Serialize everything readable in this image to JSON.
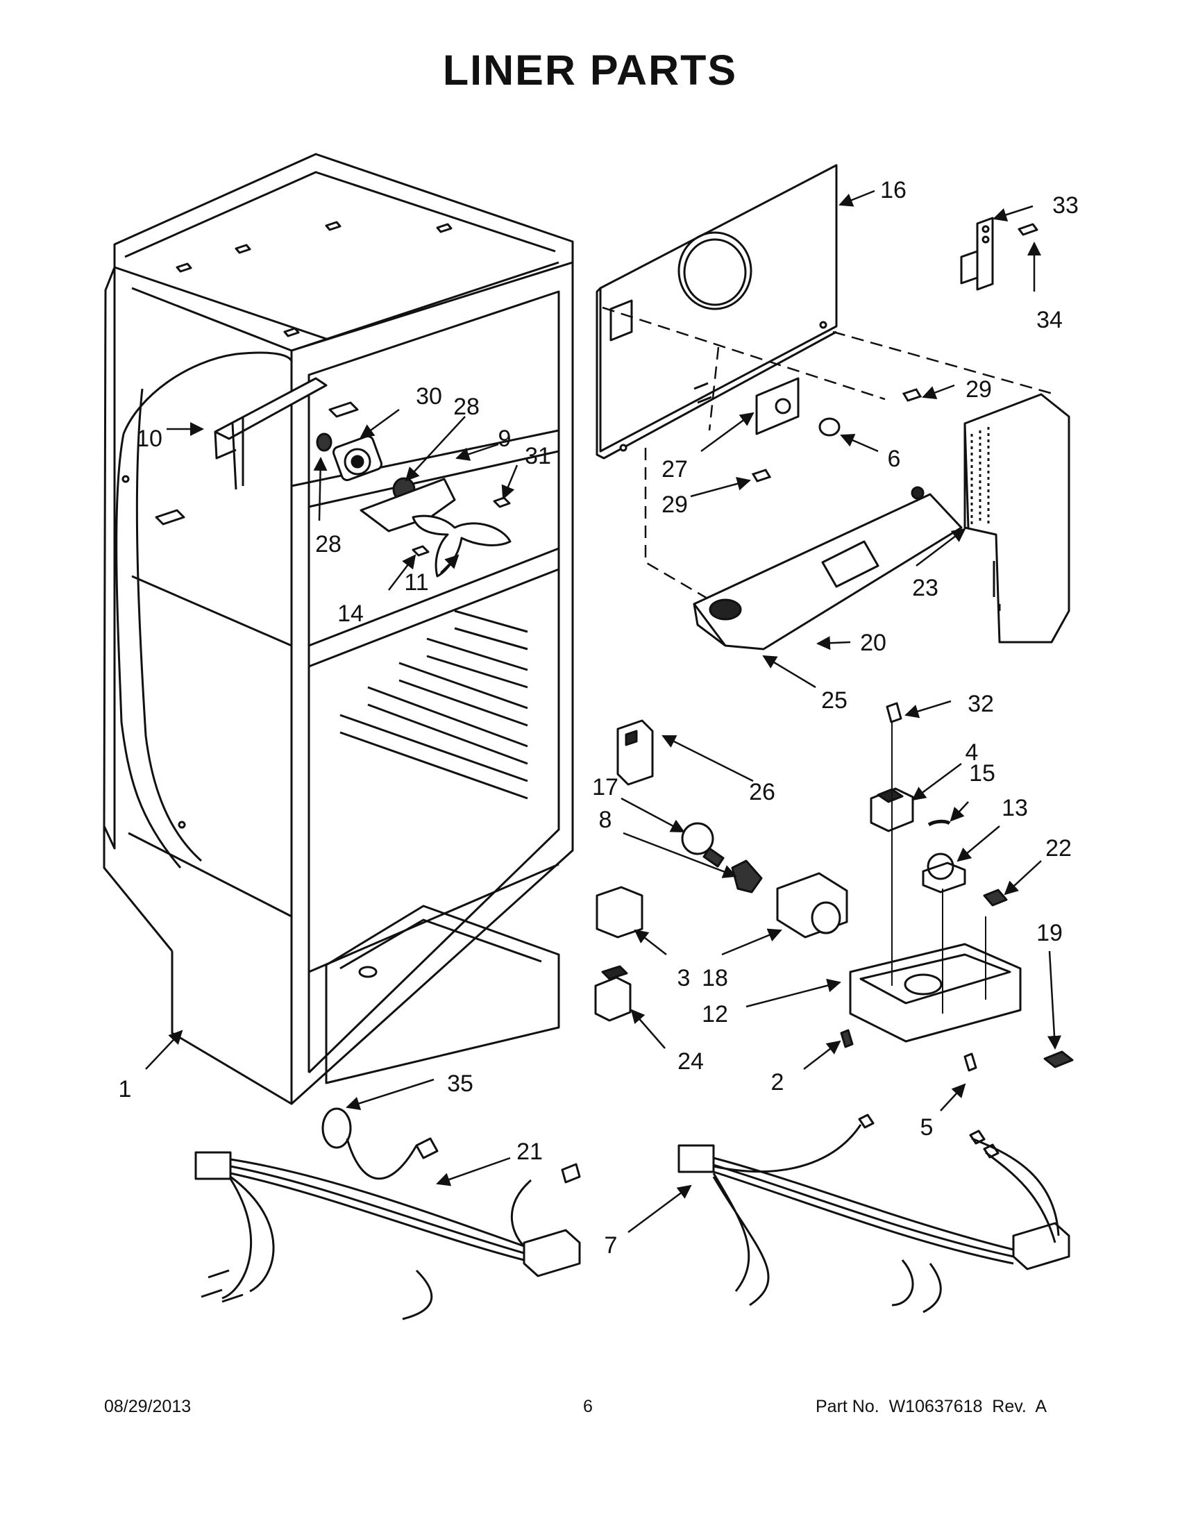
{
  "title": "LINER PARTS",
  "callouts": [
    "1",
    "2",
    "3",
    "4",
    "5",
    "6",
    "7",
    "8",
    "9",
    "10",
    "11",
    "12",
    "13",
    "14",
    "15",
    "16",
    "17",
    "18",
    "19",
    "20",
    "21",
    "22",
    "23",
    "24",
    "25",
    "26",
    "27",
    "28",
    "28",
    "29",
    "29",
    "30",
    "31",
    "32",
    "33",
    "34",
    "35"
  ],
  "footer": {
    "date": "08/29/2013",
    "page": "6",
    "part_no": "Part No.  W10637618  Rev.  A"
  }
}
